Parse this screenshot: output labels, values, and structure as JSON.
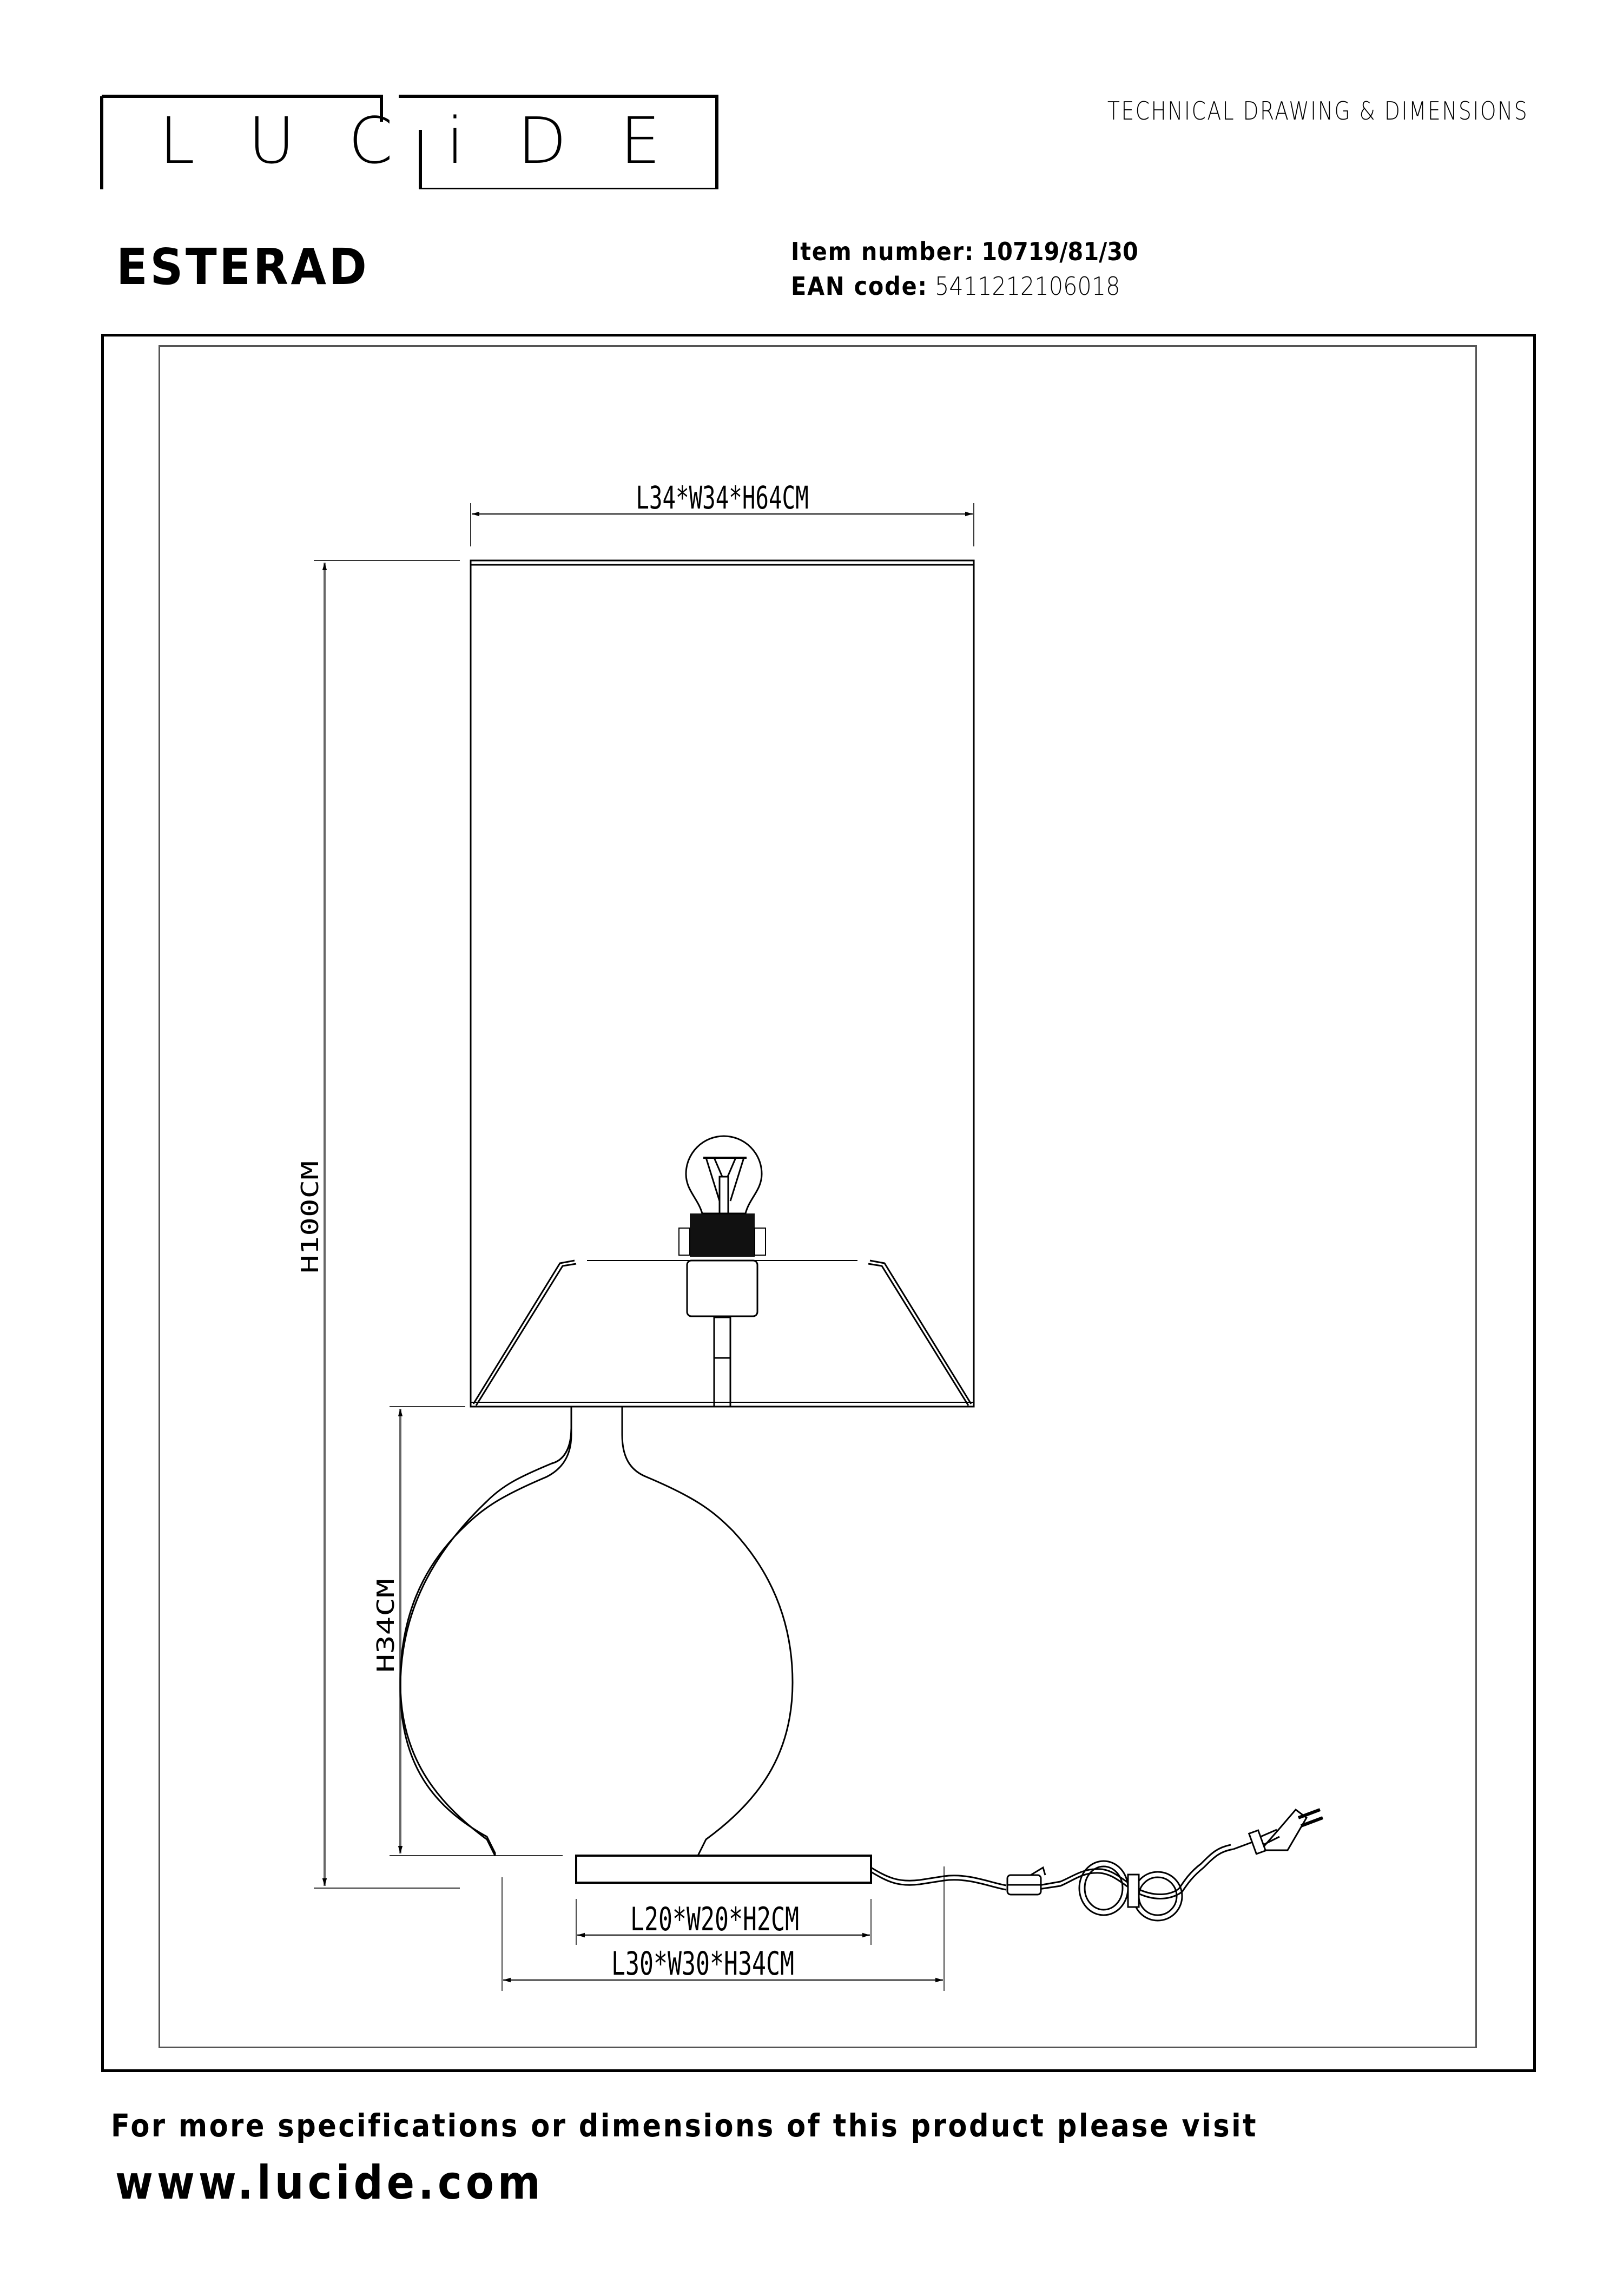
{
  "header": {
    "brand": "LUCIDE",
    "brand_letters": [
      "L",
      "U",
      "C",
      "i",
      "D",
      "E"
    ],
    "doc_type": "TECHNICAL DRAWING & DIMENSIONS"
  },
  "product": {
    "name": "ESTERAD",
    "item_number_label": "Item number:",
    "item_number": "10719/81/30",
    "ean_label": "EAN code",
    "ean_code": "5411212106018"
  },
  "drawing": {
    "shade_dimension": "L34*W34*H64CM",
    "total_height": "H100CM",
    "base_height": "H34CM",
    "foot_dimension": "L20*W20*H2CM",
    "base_dimension": "L30*W30*H34CM",
    "components": [
      "lamp-shade",
      "light-bulb",
      "socket",
      "shade-frame",
      "glass-vase",
      "foot-plate",
      "power-cord",
      "inline-switch",
      "cable-loop",
      "plug"
    ]
  },
  "footer": {
    "text": "For more specifications or dimensions of this product please visit",
    "url": "www.lucide.com"
  }
}
